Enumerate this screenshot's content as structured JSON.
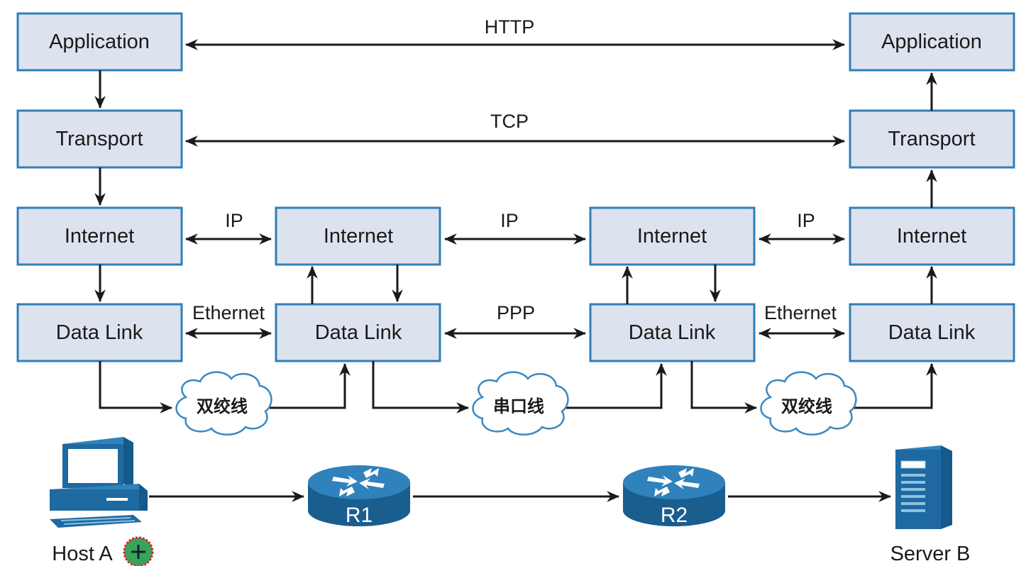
{
  "host_stack": {
    "application": "Application",
    "transport": "Transport",
    "internet": "Internet",
    "datalink": "Data Link"
  },
  "r1_stack": {
    "internet": "Internet",
    "datalink": "Data Link"
  },
  "r2_stack": {
    "internet": "Internet",
    "datalink": "Data Link"
  },
  "server_stack": {
    "application": "Application",
    "transport": "Transport",
    "internet": "Internet",
    "datalink": "Data Link"
  },
  "protocols": {
    "http": "HTTP",
    "tcp": "TCP",
    "ip_1": "IP",
    "ip_2": "IP",
    "ip_3": "IP",
    "ethernet_1": "Ethernet",
    "ppp": "PPP",
    "ethernet_2": "Ethernet"
  },
  "media": {
    "cable_1": "双绞线",
    "cable_2": "串口线",
    "cable_3": "双绞线"
  },
  "devices": {
    "host": "Host A",
    "r1": "R1",
    "r2": "R2",
    "server": "Server B"
  },
  "colors": {
    "box_fill": "#dde3ee",
    "box_border": "#2f7fb8",
    "device_blue": "#1e6aa0",
    "badge_green": "#3aa35a",
    "badge_ring": "#d8262b"
  },
  "icons": [
    "computer-icon",
    "router-icon",
    "server-icon",
    "plus-badge-icon",
    "cloud-icon"
  ]
}
